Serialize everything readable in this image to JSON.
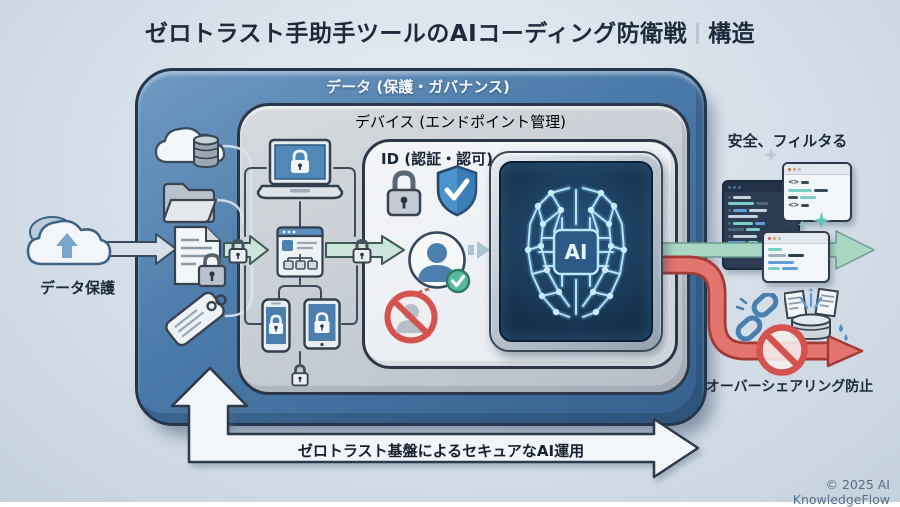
{
  "title": {
    "main": "ゼロトラスト手助手ツールのAIコーディング防衛戦",
    "suffix": "構造"
  },
  "layers": {
    "data": "データ (保護・ガバナンス)",
    "device": "デバイス (エンドポイント管理)",
    "identity": "ID (認証・認可)"
  },
  "ai_core": {
    "label": "AI"
  },
  "left": {
    "source_label": "データ保護"
  },
  "right": {
    "safe_label": "安全、フィルタる",
    "oversharing_label": "オーバーシェアリング防止"
  },
  "banner": {
    "text": "ゼロトラスト基盤によるセキュアなAI運用"
  },
  "footer": {
    "copyright": "© 2025 AI KnowledgeFlow"
  },
  "code_window": {
    "glyph": "<>"
  },
  "colors": {
    "layer_blue": "#4a7aa9",
    "layer_gray": "#c3c9d1",
    "layer_light": "#eef1f5",
    "ai_navy": "#16324f",
    "ai_glow": "#9ad2ea",
    "arrow_green": "#a9d7c3",
    "arrow_red": "#e4746e",
    "prohibit_red": "#d4534e",
    "title_navy": "#1c2a3b"
  },
  "icons": [
    "cloud-upload-icon",
    "cloud-database-icon",
    "folder-icon",
    "document-lock-icon",
    "tag-icon",
    "laptop-lock-icon",
    "browser-flowchart-icon",
    "phone-lock-icon",
    "tablet-lock-icon",
    "lock-badge-icon",
    "padlock-icon",
    "shield-check-icon",
    "user-verified-icon",
    "user-denied-icon",
    "ai-brain-chip-icon",
    "code-editor-dark-icon",
    "code-window-icon",
    "sparkle-icon",
    "broken-chain-icon",
    "data-leak-icon",
    "prohibition-icon"
  ]
}
